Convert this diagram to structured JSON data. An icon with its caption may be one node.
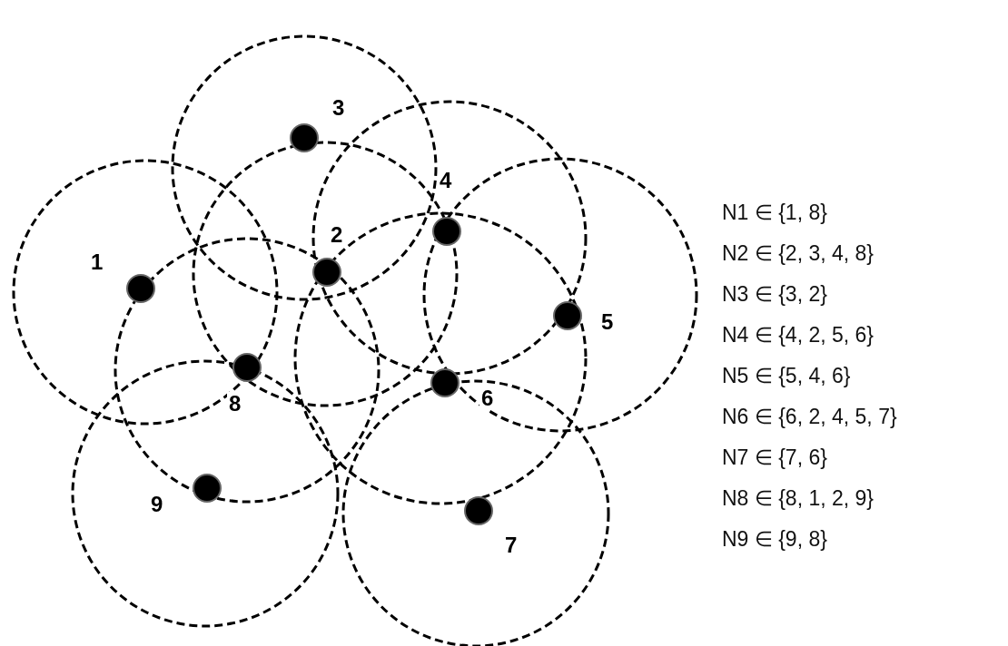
{
  "diagram": {
    "nodes": [
      {
        "text": [],
        "shape": "circle",
        "beside": [
          "1"
        ]
      },
      {
        "text": [],
        "shape": "circle",
        "beside": [
          "2"
        ]
      },
      {
        "text": [],
        "shape": "circle",
        "beside": [
          "3"
        ]
      },
      {
        "text": [],
        "shape": "circle",
        "beside": [
          "4"
        ]
      },
      {
        "text": [],
        "shape": "circle",
        "beside": [
          "5"
        ]
      },
      {
        "text": [],
        "shape": "circle",
        "beside": [
          "6"
        ]
      },
      {
        "text": [],
        "shape": "circle",
        "beside": [
          "7"
        ]
      },
      {
        "text": [],
        "shape": "circle",
        "beside": [
          "8"
        ]
      },
      {
        "text": [],
        "shape": "circle",
        "beside": [
          "9"
        ]
      }
    ],
    "labels": [
      "N1 ∈ {1, 8}",
      "N2 ∈ {2, 3, 4, 8}",
      "N3 ∈ {3, 2}",
      "N4 ∈ {4, 2, 5, 6}",
      "N5 ∈ {5, 4, 6}",
      "N6 ∈ {6, 2, 4, 5, 7}",
      "N7 ∈ {7, 6}",
      "N8 ∈ {8, 1, 2, 9}",
      "N9 ∈ {9, 8}"
    ]
  }
}
